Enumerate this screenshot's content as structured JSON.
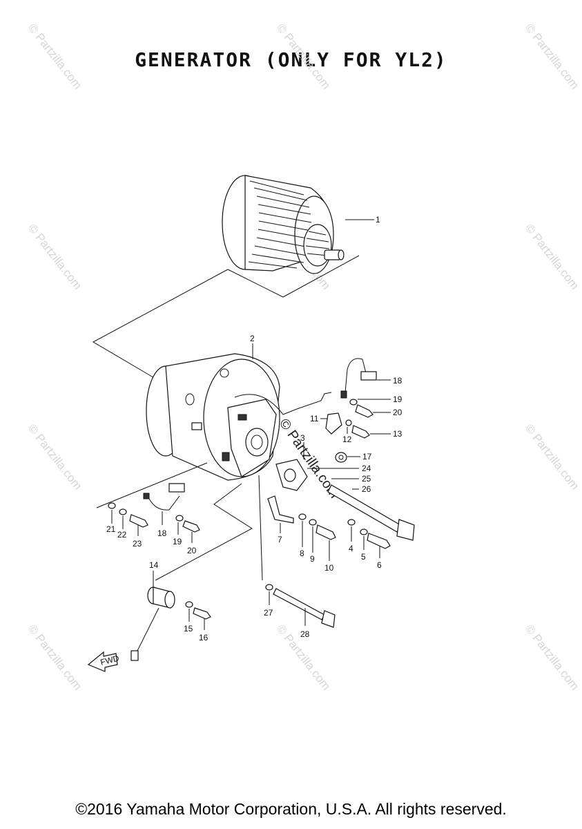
{
  "title": "GENERATOR (ONLY FOR YL2)",
  "footer": "©2016 Yamaha Motor Corporation, U.S.A. All rights reserved.",
  "watermark": "© Partzilla.com",
  "fwd_label": "FWD",
  "callouts": [
    "1",
    "2",
    "3",
    "4",
    "5",
    "6",
    "7",
    "8",
    "9",
    "10",
    "11",
    "12",
    "13",
    "14",
    "15",
    "16",
    "17",
    "18",
    "19",
    "20",
    "21",
    "22",
    "23",
    "24",
    "25",
    "26",
    "27",
    "28"
  ],
  "callouts_left": [
    "18",
    "19",
    "20"
  ]
}
